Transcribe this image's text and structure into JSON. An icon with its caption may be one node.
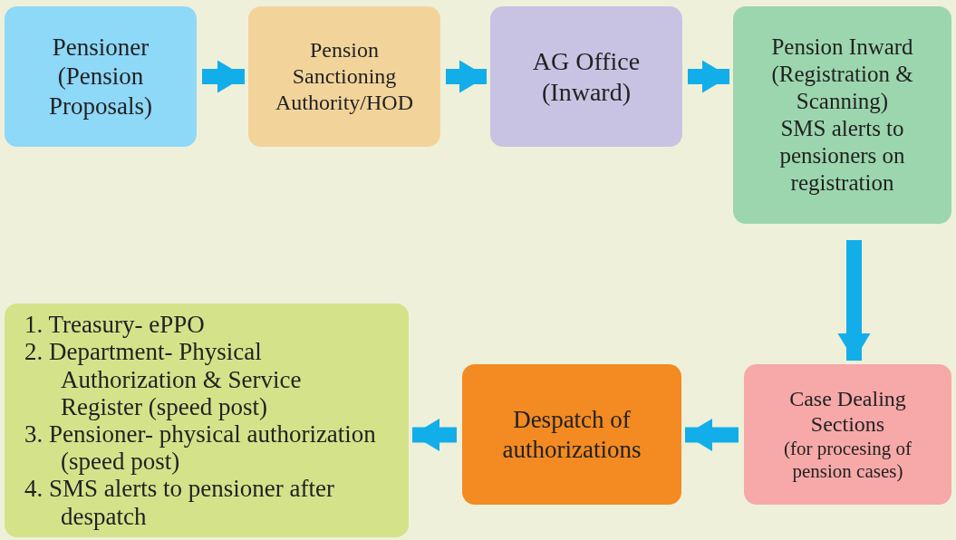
{
  "diagram": {
    "nodes": [
      {
        "text": [
          "Pensioner (Pension Proposals)"
        ]
      },
      {
        "text": [
          "Pension Sanctioning Authority/HOD"
        ]
      },
      {
        "text": [
          "AG  Office (Inward)"
        ]
      },
      {
        "text": [
          "Pension Inward (Registration & Scanning)",
          "SMS alerts to pensioners on registration"
        ]
      },
      {
        "text": [
          "Case Dealing Sections",
          "(for procesing of pension cases)"
        ]
      },
      {
        "text": [
          "Despatch of authorizations"
        ]
      },
      {
        "text": [
          "1. Treasury- ePPO",
          "2. Department- Physical Authorization & Service Register (speed post)",
          "3. Pensioner-  physical authorization (speed post)",
          "4. SMS alerts to pensioner after despatch"
        ]
      }
    ],
    "edges": [
      {
        "from": 0,
        "to": 1,
        "arrow": "to"
      },
      {
        "from": 1,
        "to": 2,
        "arrow": "to"
      },
      {
        "from": 2,
        "to": 3,
        "arrow": "to"
      },
      {
        "from": 3,
        "to": 4,
        "arrow": "to"
      },
      {
        "from": 4,
        "to": 5,
        "arrow": "to"
      },
      {
        "from": 5,
        "to": 6,
        "arrow": "to"
      }
    ]
  }
}
